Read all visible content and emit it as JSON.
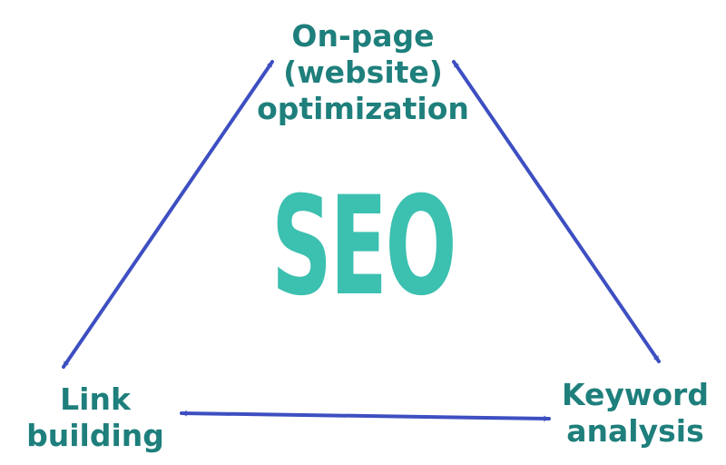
{
  "center": {
    "text": "SEO"
  },
  "nodes": {
    "top": {
      "lines": [
        "On-page",
        "(website)",
        "optimization"
      ]
    },
    "left": {
      "lines": [
        "Link",
        "building"
      ]
    },
    "right": {
      "lines": [
        "Keyword",
        "analysis"
      ]
    }
  },
  "colors": {
    "label_text": "#1e7f7c",
    "center_text": "#3cc0b0",
    "arrow": "#3d4fc1"
  },
  "edges": [
    {
      "from": "top",
      "to": "left",
      "direction": "both"
    },
    {
      "from": "top",
      "to": "right",
      "direction": "both"
    },
    {
      "from": "left",
      "to": "right",
      "direction": "both"
    }
  ]
}
